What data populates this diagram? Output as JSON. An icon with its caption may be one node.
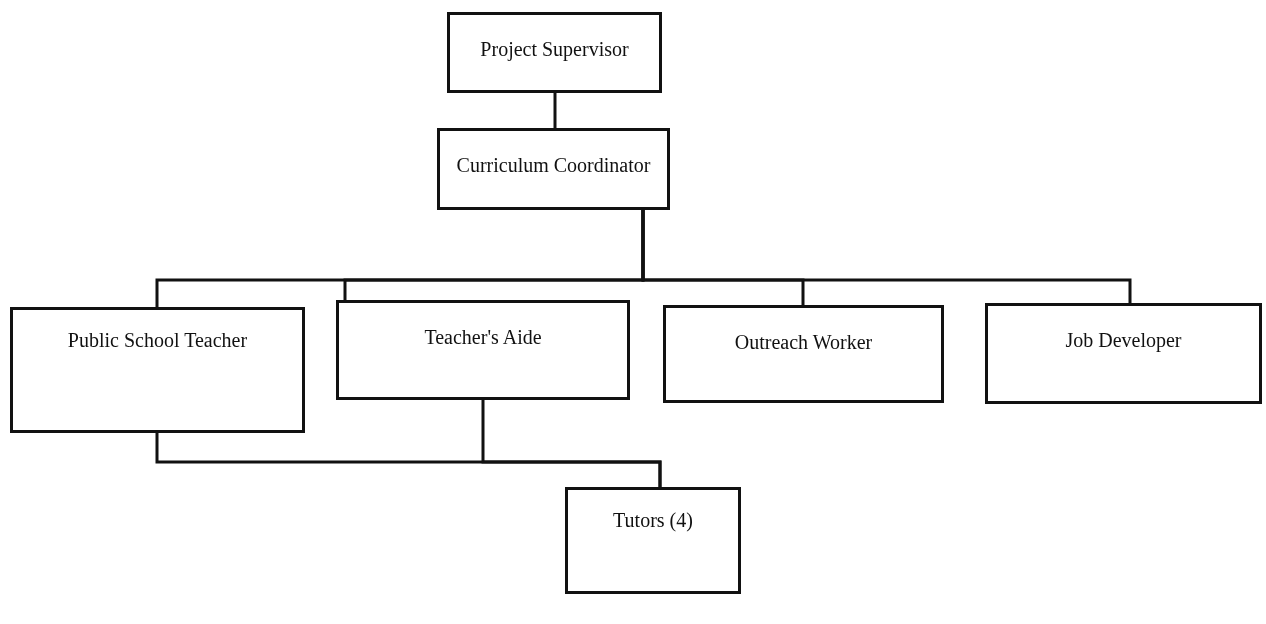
{
  "diagram": {
    "nodes": [
      {
        "text": [
          "Project Supervisor"
        ]
      },
      {
        "text": [
          "Curriculum Coordinator"
        ]
      },
      {
        "text": [
          "Public School Teacher"
        ]
      },
      {
        "text": [
          "Teacher's Aide"
        ]
      },
      {
        "text": [
          "Outreach Worker"
        ]
      },
      {
        "text": [
          "Job Developer"
        ]
      },
      {
        "text": [
          "Tutors (4)"
        ]
      }
    ],
    "edges": [
      {
        "from": 0,
        "to": 1,
        "arrow": "none"
      },
      {
        "from": 1,
        "to": 2,
        "arrow": "none"
      },
      {
        "from": 1,
        "to": 3,
        "arrow": "none"
      },
      {
        "from": 1,
        "to": 4,
        "arrow": "none"
      },
      {
        "from": 1,
        "to": 5,
        "arrow": "none"
      },
      {
        "from": 2,
        "to": 6,
        "arrow": "none"
      },
      {
        "from": 3,
        "to": 6,
        "arrow": "none"
      }
    ]
  }
}
